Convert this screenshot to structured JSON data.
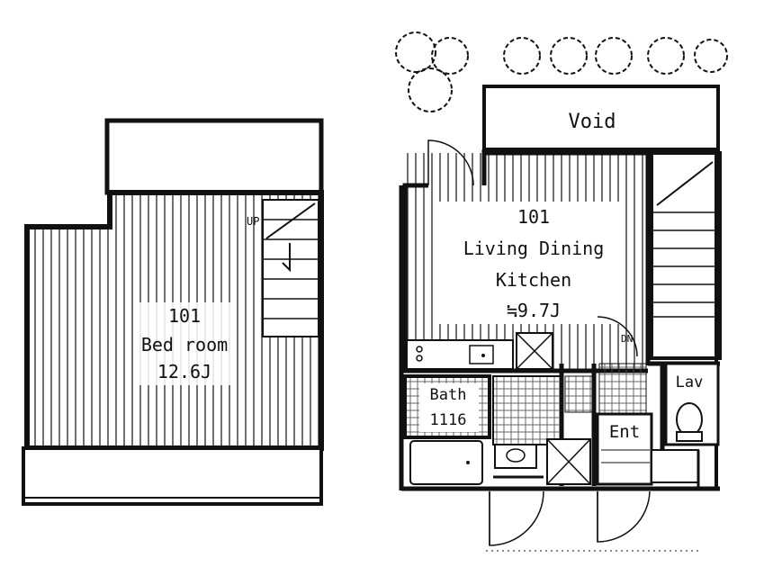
{
  "colors": {
    "wall": "#111111",
    "hatch": "#333333",
    "paper": "#ffffff"
  },
  "upper_floor": {
    "room_number": "101",
    "room_name": "Bed room",
    "room_size": "12.6J",
    "stair_label": "UP"
  },
  "lower_floor": {
    "void_label": "Void",
    "room_number": "101",
    "room_name_line1": "Living Dining",
    "room_name_line2": "Kitchen",
    "room_size": "≒9.7J",
    "bath_label": "Bath",
    "bath_size": "1116",
    "entrance_label": "Ent",
    "lavatory_label": "Lav",
    "stair_label": "DN"
  },
  "icons": [
    "tree-icon",
    "toilet-icon",
    "bathtub-icon",
    "washbasin-icon",
    "sink-icon",
    "refrigerator-space-icon",
    "washer-space-icon",
    "door-swing-icon"
  ]
}
